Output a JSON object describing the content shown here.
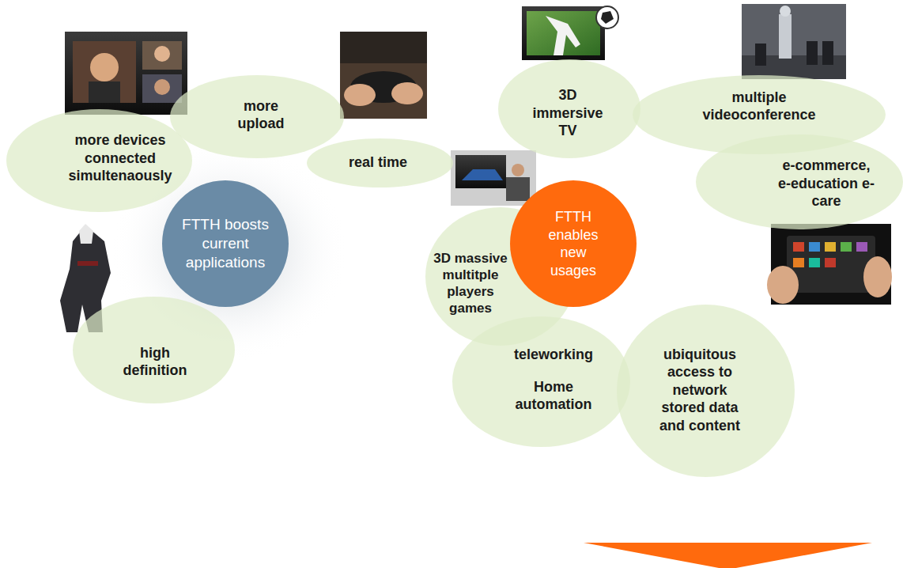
{
  "diagram": {
    "nodes": [
      {
        "text": [
          "FTTH boosts current applications"
        ]
      },
      {
        "text": [
          "more devices connected simultenaously"
        ]
      },
      {
        "text": [
          "more upload"
        ]
      },
      {
        "text": [
          "real time"
        ]
      },
      {
        "text": [
          "high definition"
        ]
      },
      {
        "text": [
          "FTTH enables new usages"
        ]
      },
      {
        "text": [
          "3D immersive TV"
        ]
      },
      {
        "text": [
          "multiple videoconference"
        ]
      },
      {
        "text": [
          "e-commerce, e-education e-care"
        ]
      },
      {
        "text": [
          "3D massive multitple players games"
        ]
      },
      {
        "text": [
          "teleworking",
          "Home automation"
        ]
      },
      {
        "text": [
          "ubiquitous access to network stored data and content"
        ]
      }
    ]
  }
}
